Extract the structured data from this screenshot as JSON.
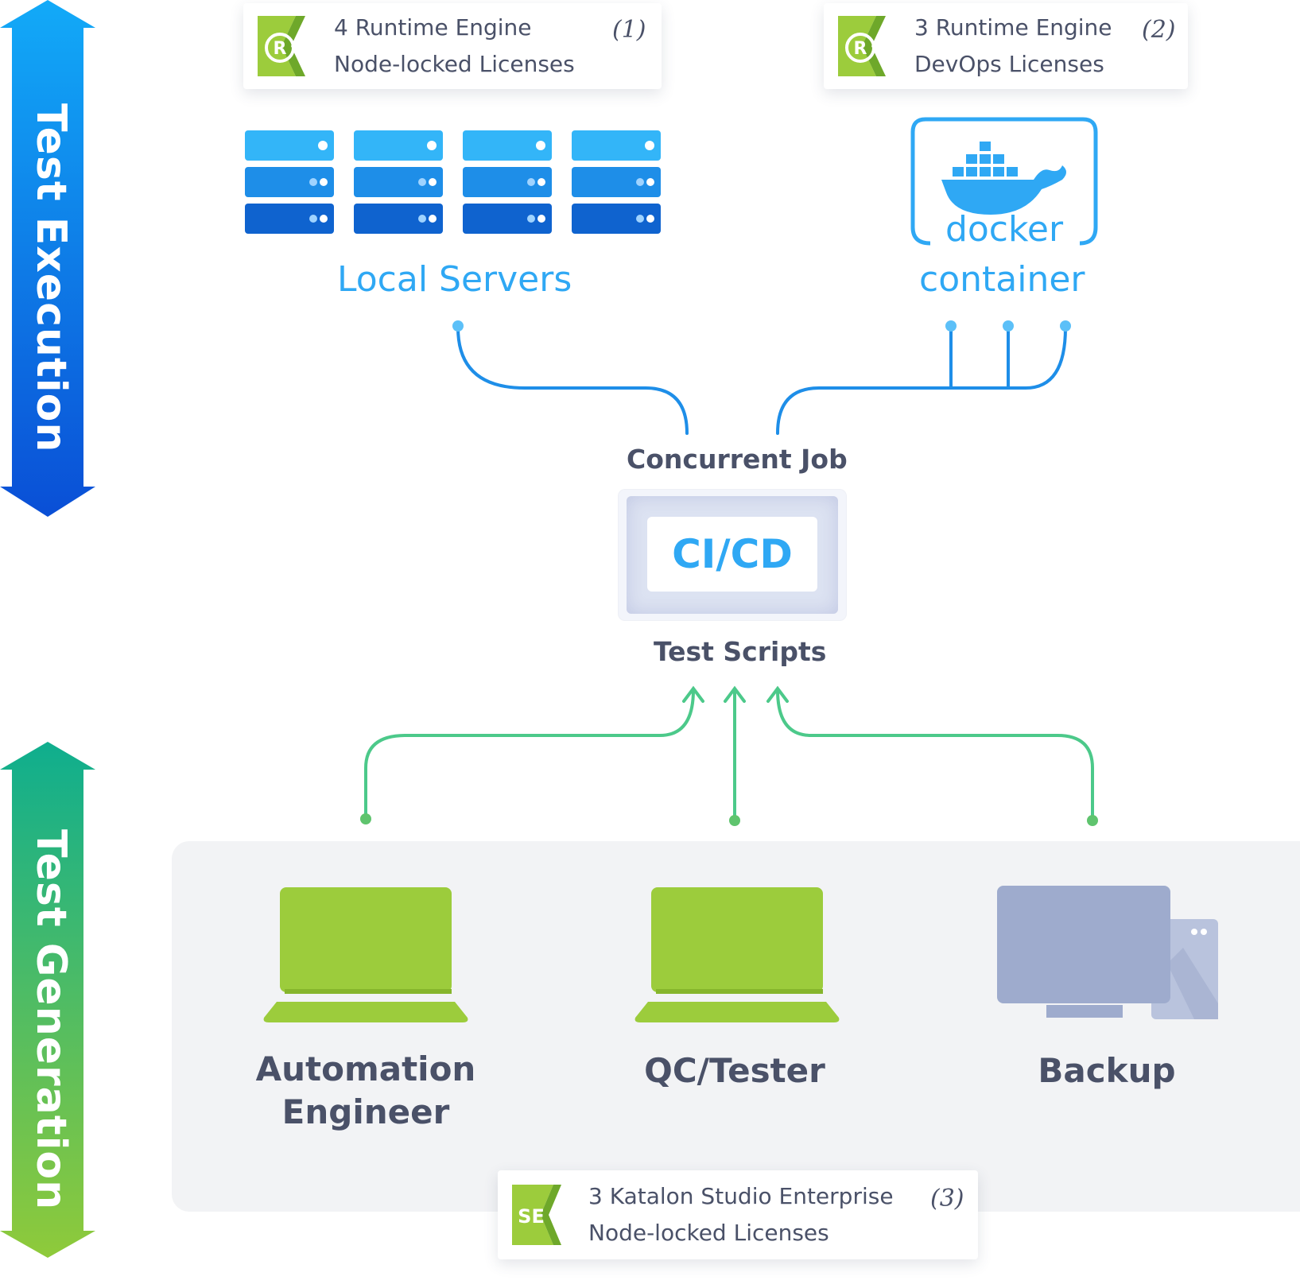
{
  "side_labels": {
    "execution": "Test Execution",
    "generation": "Test Generation"
  },
  "license_cards": [
    {
      "line1": "4 Runtime Engine",
      "line2": "Node-locked Licenses",
      "number": "(1)",
      "logo": "R"
    },
    {
      "line1": "3 Runtime Engine",
      "line2": "DevOps Licenses",
      "number": "(2)",
      "logo": "R"
    },
    {
      "line1": "3 Katalon Studio Enterprise",
      "line2": "Node-locked Licenses",
      "number": "(3)",
      "logo": "SE"
    }
  ],
  "local_servers": {
    "label": "Local Servers"
  },
  "docker": {
    "logo_text": "docker",
    "label": "container"
  },
  "center": {
    "top_label": "Concurrent Job",
    "box_label": "CI/CD",
    "bottom_label": "Test Scripts"
  },
  "workstations": [
    {
      "label": "Automation Engineer",
      "icon": "laptop-icon"
    },
    {
      "label": "QC/Tester",
      "icon": "laptop-icon"
    },
    {
      "label": "Backup",
      "icon": "desktop-icon"
    }
  ],
  "colors": {
    "blue_accent": "#2fa8f4",
    "green_accent": "#9ccc3c",
    "text_dark": "#4a5168"
  }
}
